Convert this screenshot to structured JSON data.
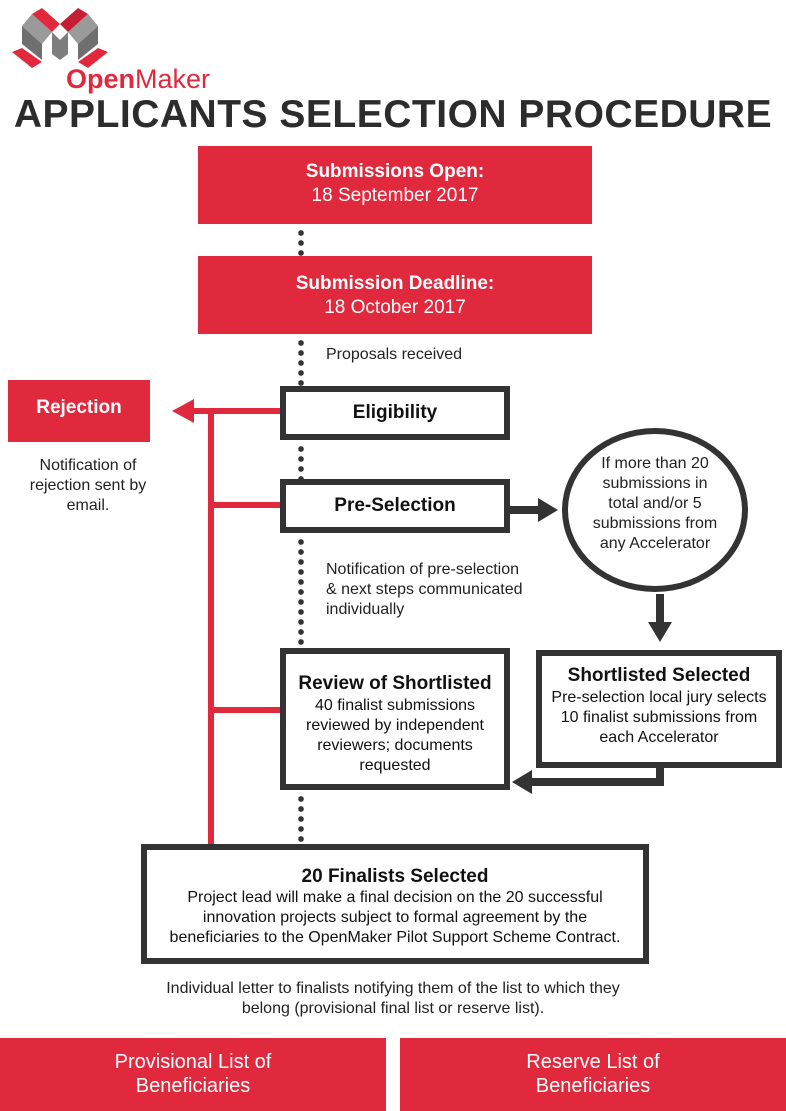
{
  "logo": {
    "brand_bold": "Open",
    "brand_light": "Maker"
  },
  "title": "APPLICANTS SELECTION PROCEDURE",
  "steps": {
    "submissions_open": {
      "heading": "Submissions Open:",
      "date": "18 September 2017"
    },
    "submission_deadline": {
      "heading": "Submission Deadline:",
      "date": "18 October 2017"
    },
    "proposals_note": "Proposals received",
    "eligibility": "Eligibility",
    "rejection": {
      "label": "Rejection",
      "note_lines": [
        "Notification of",
        "rejection sent by",
        "email."
      ]
    },
    "pre_selection": "Pre-Selection",
    "condition_lines": [
      "If more than 20",
      "submissions in",
      "total and/or 5",
      "submissions from",
      "any Accelerator"
    ],
    "pre_selection_note_lines": [
      "Notification of pre-selection",
      "& next steps communicated",
      "individually"
    ],
    "shortlisted_selected": {
      "heading": "Shortlisted Selected",
      "lines": [
        "Pre-selection local jury selects",
        "10 finalist submissions from",
        "each Accelerator"
      ]
    },
    "review": {
      "heading": "Review of Shortlisted",
      "lines": [
        "40 finalist submissions",
        "reviewed by independent",
        "reviewers; documents",
        "requested"
      ]
    },
    "finalists": {
      "heading": "20 Finalists Selected",
      "lines": [
        "Project lead will make a final decision on the 20 successful",
        "innovation projects subject to formal agreement by the",
        "beneficiaries to the OpenMaker Pilot Support Scheme Contract."
      ]
    },
    "letter_note_lines": [
      "Individual letter to finalists notifying them of the list to which they",
      "belong (provisional final list or reserve list)."
    ],
    "provisional_list_lines": [
      "Provisional List of",
      "Beneficiaries"
    ],
    "reserve_list_lines": [
      "Reserve List of",
      "Beneficiaries"
    ]
  },
  "colors": {
    "accent_red": "#e0293d",
    "dark": "#333333",
    "logo_grey": "#8a8a8a"
  }
}
